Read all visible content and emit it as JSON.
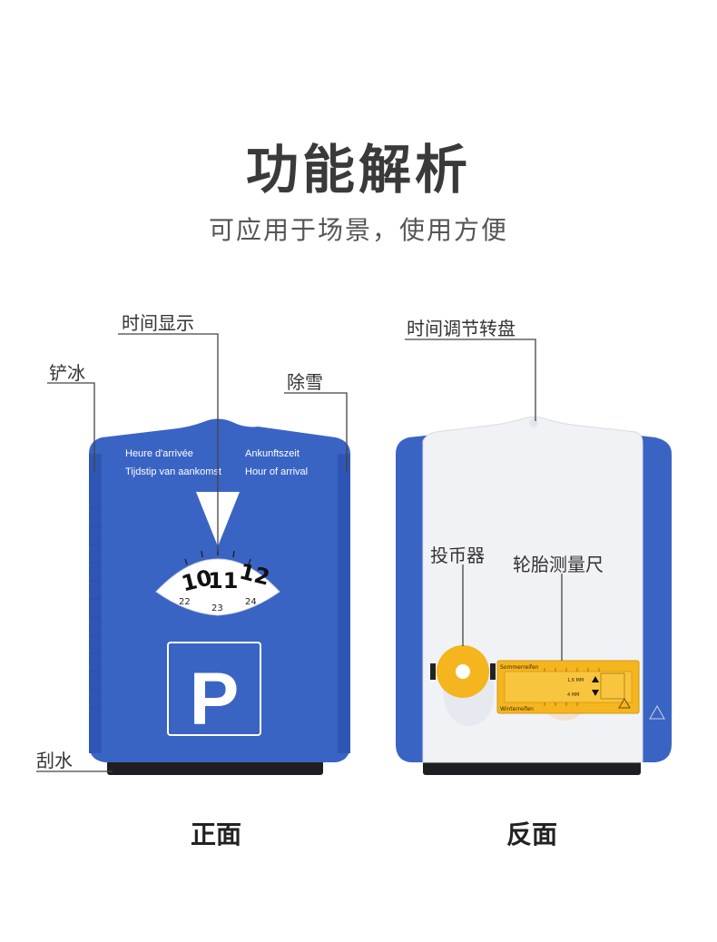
{
  "header": {
    "title": "功能解析",
    "subtitle": "可应用于场景，使用方便"
  },
  "front": {
    "caption": "正面",
    "callouts": {
      "time_display": "时间显示",
      "ice_shovel": "铲冰",
      "snow_removal": "除雪",
      "scraper": "刮水"
    },
    "card_text": {
      "arrival_fr": "Heure d'arrivée",
      "arrival_nl": "Tijdstip van aankomst",
      "arrival_de": "Ankunftszeit",
      "arrival_en": "Hour of arrival",
      "parking_letter": "P"
    },
    "dial": {
      "big_numbers": [
        "10",
        "11",
        "12"
      ],
      "small_numbers": [
        "22",
        "23",
        "24"
      ]
    }
  },
  "back": {
    "caption": "反面",
    "callouts": {
      "time_dial": "时间调节转盘",
      "coin_holder": "投币器",
      "tire_gauge": "轮胎测量尺"
    },
    "gauge_text": {
      "summer": "Sommerreifen",
      "winter": "Winterreifen",
      "mm_summer": "1,6 MM",
      "mm_winter": "4 MM"
    }
  },
  "colors": {
    "card_blue": "#3a64c4",
    "card_blue_dark": "#2b4fa8",
    "card_white": "#f1f2f6",
    "gauge_orange": "#f5b51e",
    "text_dark": "#333333"
  }
}
